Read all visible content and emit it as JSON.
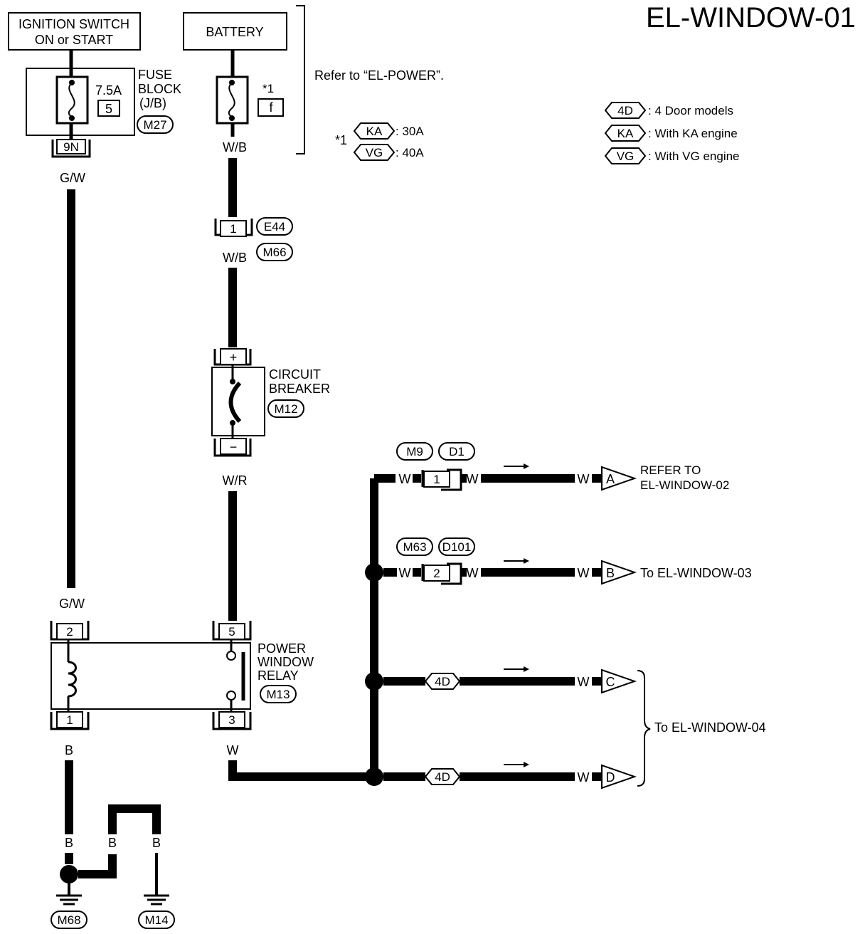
{
  "title": "EL-WINDOW-01",
  "ignition": {
    "line1": "IGNITION SWITCH",
    "line2": "ON or START"
  },
  "battery": {
    "label": "BATTERY"
  },
  "refer_power": "Refer to “EL-POWER”.",
  "fuse_block": {
    "line1": "FUSE",
    "line2": "BLOCK",
    "line3": "(J/B)",
    "connector": "M27",
    "amp": "7.5A",
    "number": "5",
    "terminal": "9N"
  },
  "battery_fuse": {
    "note_mark": "*1",
    "letter": "f"
  },
  "fuse_note": {
    "mark": "*1",
    "ka_tag": "KA",
    "ka_value": ": 30A",
    "vg_tag": "VG",
    "vg_value": ": 40A"
  },
  "legend": [
    {
      "tag": "4D",
      "text": ": 4 Door models"
    },
    {
      "tag": "KA",
      "text": ": With KA engine"
    },
    {
      "tag": "VG",
      "text": ": With VG engine"
    }
  ],
  "wires": {
    "gw": "G/W",
    "wb": "W/B",
    "wr": "W/R",
    "w": "W",
    "b": "B"
  },
  "connectors": {
    "e44": "E44",
    "m66": "M66",
    "m9": "M9",
    "d1": "D1",
    "m63": "M63",
    "d101": "D101",
    "m68": "M68",
    "m14": "M14"
  },
  "inline_pins": {
    "e44_pin": "1",
    "d1_pin": "1",
    "d101_pin": "2"
  },
  "breaker": {
    "line1": "CIRCUIT",
    "line2": "BREAKER",
    "connector": "M12",
    "plus": "+",
    "minus": "−"
  },
  "relay": {
    "line1": "POWER",
    "line2": "WINDOW",
    "line3": "RELAY",
    "connector": "M13",
    "pin_top_left": "2",
    "pin_top_right": "5",
    "pin_bottom_left": "1",
    "pin_bottom_right": "3"
  },
  "outputs": [
    {
      "letter": "A",
      "text1": "REFER TO",
      "text2": "EL-WINDOW-02"
    },
    {
      "letter": "B",
      "text1": "To EL-WINDOW-03"
    },
    {
      "letter": "C",
      "tag": "4D"
    },
    {
      "letter": "D",
      "tag": "4D"
    }
  ],
  "to_window_04": "To EL-WINDOW-04"
}
